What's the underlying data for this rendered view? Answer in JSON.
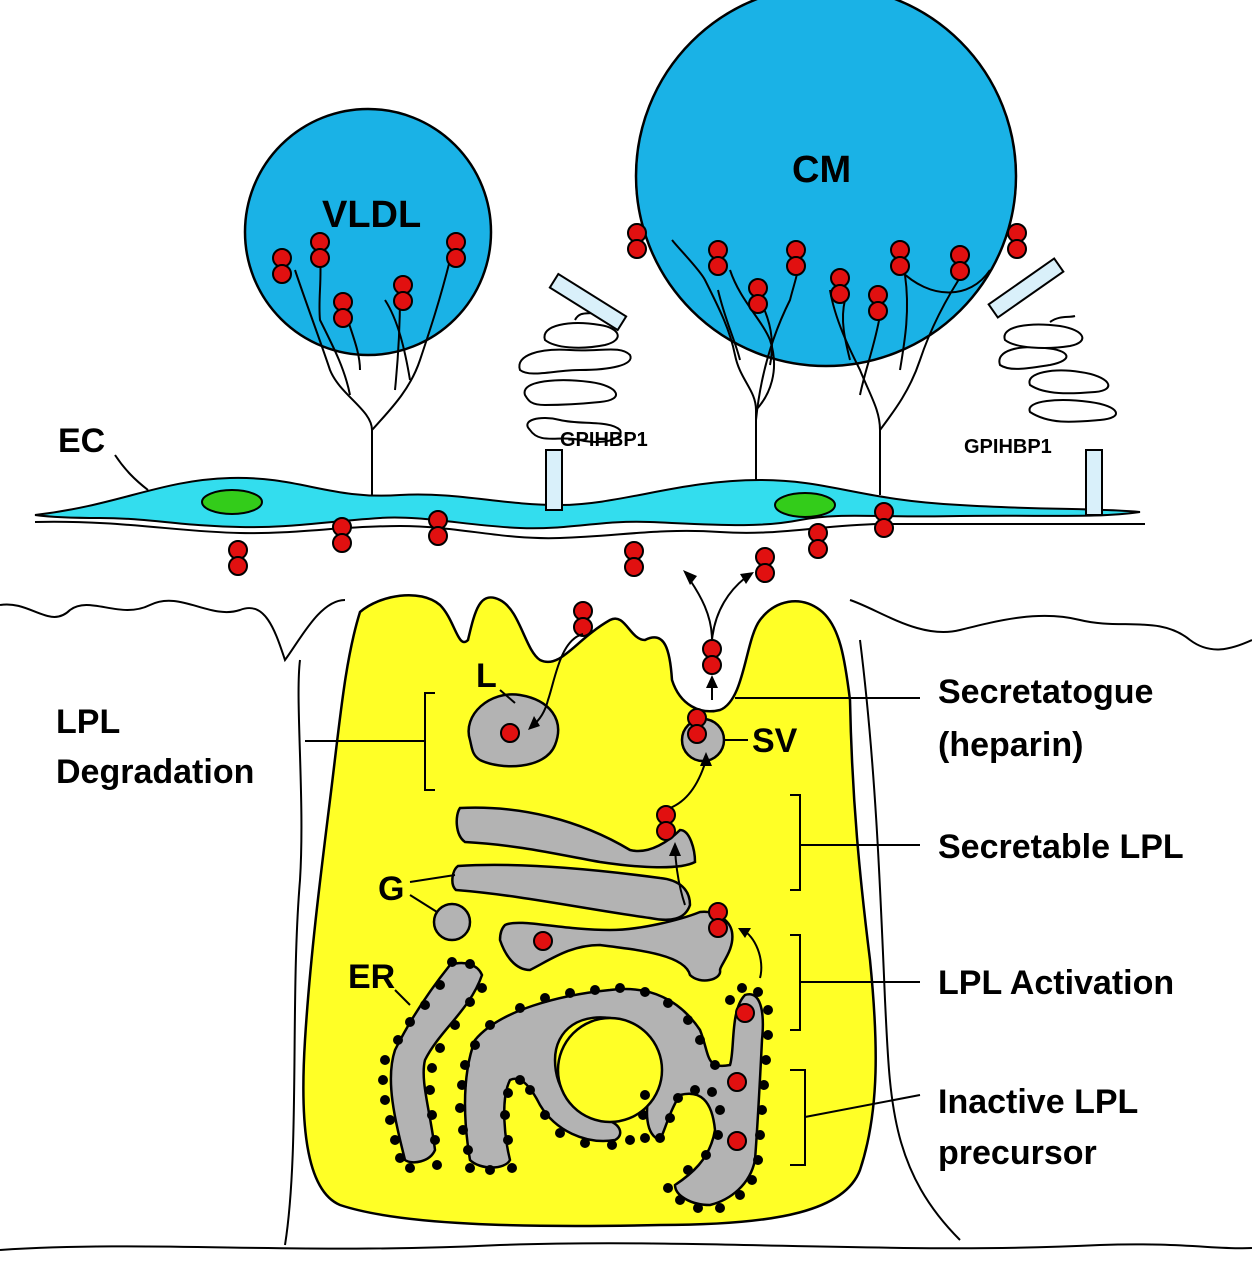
{
  "labels": {
    "vldl": "VLDL",
    "cm": "CM",
    "ec": "EC",
    "gpihbp1_left": "GPIHBP1",
    "gpihbp1_right": "GPIHBP1",
    "lpl_degradation_line1": "LPL",
    "lpl_degradation_line2": "Degradation",
    "lysosome": "L",
    "secretory_vesicle": "SV",
    "golgi": "G",
    "er": "ER",
    "secretagogue_line1": "Secretatogue",
    "secretagogue_line2": "(heparin)",
    "secretable_lpl": "Secretable LPL",
    "lpl_activation": "LPL Activation",
    "inactive_precursor_line1": "Inactive LPL",
    "inactive_precursor_line2": "precursor"
  },
  "colors": {
    "lipoprotein": "#1ab2e6",
    "endothelium": "#33ddee",
    "nucleus": "#33cc1a",
    "adipocyte": "#ffff26",
    "organelle": "#b3b3b3",
    "lpl_dimer": "#e11010",
    "gpihbp1": "#d9f0fa"
  }
}
